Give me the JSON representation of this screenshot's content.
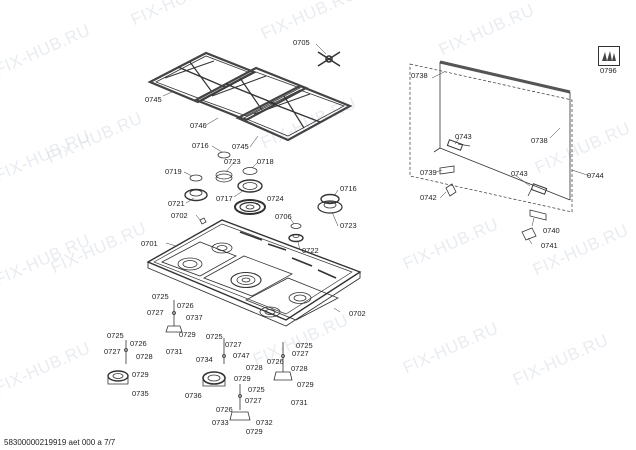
{
  "watermark": "FIX-HUB.RU",
  "footer": "58300000219919 aet 000 a 7/7",
  "labels": {
    "p0705": "0705",
    "p0796": "0796",
    "p0738a": "0738",
    "p0738b": "0738",
    "p0745a": "0745",
    "p0746": "0746",
    "p0745b": "0745",
    "p0743a": "0743",
    "p0743b": "0743",
    "p0716a": "0716",
    "p0723a": "0723",
    "p0718": "0718",
    "p0719": "0719",
    "p0739": "0739",
    "p0744": "0744",
    "p0721": "0721",
    "p0717": "0717",
    "p0724": "0724",
    "p0716b": "0716",
    "p0742": "0742",
    "p0702a": "0702",
    "p0706": "0706",
    "p0723b": "0723",
    "p0740": "0740",
    "p0701": "0701",
    "p0722": "0722",
    "p0741": "0741",
    "p0725a": "0725",
    "p0726a": "0726",
    "p0727a": "0727",
    "p0737": "0737",
    "p0702b": "0702",
    "p0725b": "0725",
    "p0726b": "0726",
    "p0727b": "0727",
    "p0728a": "0728",
    "p0729a": "0729",
    "p0731a": "0731",
    "p0725c": "0725",
    "p0727c": "0727",
    "p0734": "0734",
    "p0747": "0747",
    "p0728b": "0728",
    "p0729b": "0729",
    "p0725d": "0725",
    "p0727d": "0727",
    "p0726c": "0726",
    "p0728c": "0728",
    "p0729c": "0729",
    "p0729d": "0729",
    "p0735": "0735",
    "p0736": "0736",
    "p0725e": "0725",
    "p0727e": "0727",
    "p0726d": "0726",
    "p0731b": "0731",
    "p0733": "0733",
    "p0732": "0732",
    "p0729e": "0729"
  }
}
